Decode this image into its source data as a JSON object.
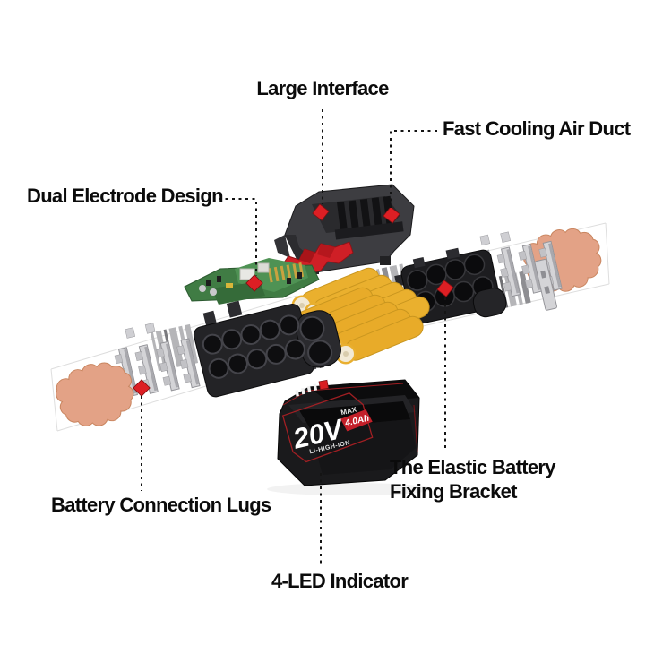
{
  "callouts": {
    "large_interface": "Large Interface",
    "fast_cooling_air_duct": "Fast Cooling Air Duct",
    "dual_electrode_design": "Dual Electrode Design",
    "battery_connection_lugs": "Battery Connection Lugs",
    "elastic_fixing_bracket": "The Elastic Battery Fixing Bracket",
    "led_indicator": "4-LED Indicator"
  },
  "battery_label": {
    "voltage": "20V",
    "voltage_qualifier": "MAX",
    "capacity": "4.0Ah",
    "chemistry": "LI-HIGH-ION"
  },
  "parts": [
    "battery-top-housing",
    "red-latch",
    "control-pcb",
    "battery-cells",
    "cell-holder-front",
    "cell-holder-rear",
    "connection-lugs-left",
    "copper-plate-left",
    "connection-lugs-right",
    "copper-plate-right",
    "battery-bottom-housing",
    "led-indicator-strip"
  ],
  "colors": {
    "marker_red": "#DD1F24",
    "latch_red": "#CF1F26",
    "cell_yellow": "#EAB02E",
    "cell_cap_cream": "#F2EAD6",
    "copper": "#E3A286",
    "pcb_green": "#3F7C44",
    "housing_gray": "#3D3D41",
    "case_black": "#1A1A1C",
    "metal_silver": "#D4D4D7",
    "callout_line": "#141414",
    "label_text": "#0B0B0B",
    "badge_red": "#C3202A"
  }
}
